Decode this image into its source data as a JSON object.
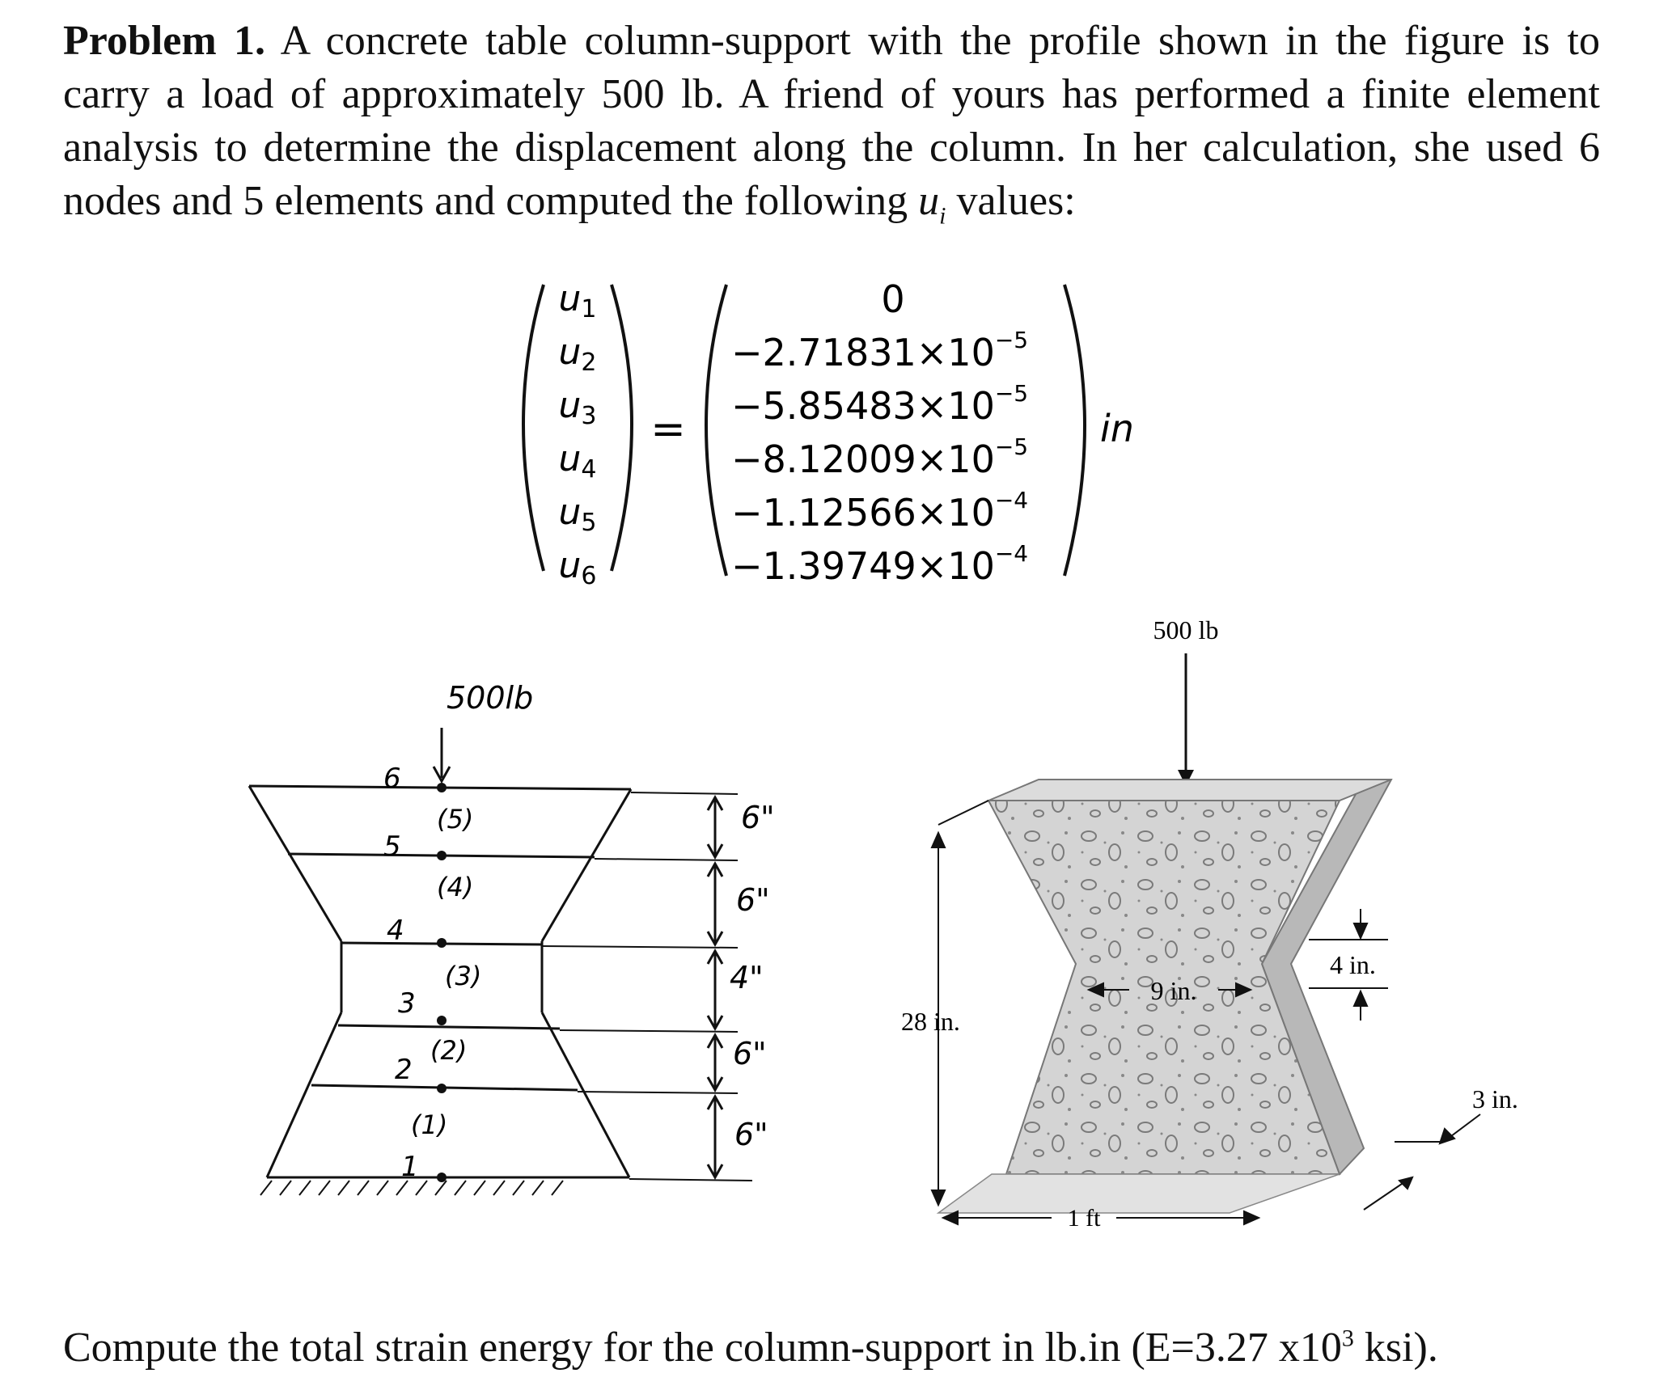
{
  "problem": {
    "label": "Problem 1.",
    "text": "A concrete table column-support with the profile shown in the figure is to carry a load of approximately 500 lb. A friend of yours has performed a finite element analysis to determine the displacement along the column. In her calculation, she used 6 nodes and 5 elements and computed the following",
    "var_base": "u",
    "var_sub": "i",
    "text_end": "values:"
  },
  "equation": {
    "vector_labels": [
      "u1",
      "u2",
      "u3",
      "u4",
      "u5",
      "u6"
    ],
    "equals": "=",
    "values": [
      {
        "mantissa": "0",
        "exponent": ""
      },
      {
        "mantissa": "−2.71831×10",
        "exponent": "−5"
      },
      {
        "mantissa": "−5.85483×10",
        "exponent": "−5"
      },
      {
        "mantissa": "−8.12009×10",
        "exponent": "−5"
      },
      {
        "mantissa": "−1.12566×10",
        "exponent": "−4"
      },
      {
        "mantissa": "−1.39749×10",
        "exponent": "−4"
      }
    ],
    "unit": "in"
  },
  "sketch": {
    "load": "500lb",
    "node_labels": [
      "1",
      "2",
      "3",
      "4",
      "5",
      "6"
    ],
    "element_labels": [
      "(1)",
      "(2)",
      "(3)",
      "(4)",
      "(5)"
    ],
    "dims": [
      "6\"",
      "6\"",
      "4\"",
      "6\"",
      "6\""
    ]
  },
  "figure3d": {
    "load": "500 lb",
    "height": "28 in.",
    "neck_width": "9 in.",
    "neck_height": "4 in.",
    "depth": "3 in.",
    "base_width": "1 ft"
  },
  "footer": {
    "text_a": "Compute the total strain energy for the column-support in lb.in (E=3.27 x10",
    "sup": "3",
    "text_b": " ksi)."
  }
}
